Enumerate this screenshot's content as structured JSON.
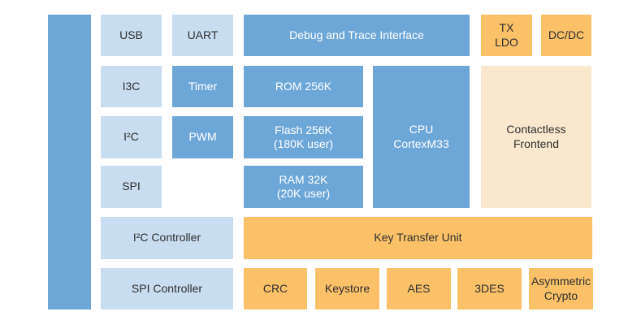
{
  "colors": {
    "canvas-bg": "#FFFFFF",
    "block-blue": "#6DA7D8",
    "block-light-blue": "#C8DDF0",
    "block-orange": "#FAC168",
    "block-cream": "#FAE8CE",
    "text-dark": "#2F2F2F",
    "text-light": "#FFFFFF"
  },
  "blocks": {
    "usb": {
      "label": "USB"
    },
    "uart": {
      "label": "UART"
    },
    "debug_trace": {
      "label": "Debug and Trace Interface"
    },
    "tx_ldo": {
      "label": "TX\nLDO"
    },
    "dcdc": {
      "label": "DC/DC"
    },
    "i3c": {
      "label": "I3C"
    },
    "timer": {
      "label": "Timer"
    },
    "rom": {
      "label": "ROM 256K"
    },
    "cpu": {
      "label": "CPU\nCortexM33"
    },
    "contactless": {
      "label": "Contactless\nFrontend"
    },
    "i2c": {
      "label": "I²C"
    },
    "pwm": {
      "label": "PWM"
    },
    "flash": {
      "label": "Flash 256K\n(180K user)"
    },
    "spi": {
      "label": "SPI"
    },
    "ram": {
      "label": "RAM 32K\n(20K user)"
    },
    "i2c_controller": {
      "label": "I²C Controller"
    },
    "key_transfer_unit": {
      "label": "Key Transfer Unit"
    },
    "spi_controller": {
      "label": "SPI Controller"
    },
    "crc": {
      "label": "CRC"
    },
    "keystore": {
      "label": "Keystore"
    },
    "aes": {
      "label": "AES"
    },
    "tdes": {
      "label": "3DES"
    },
    "asym_crypto": {
      "label": "Asymmetric\nCrypto"
    }
  }
}
